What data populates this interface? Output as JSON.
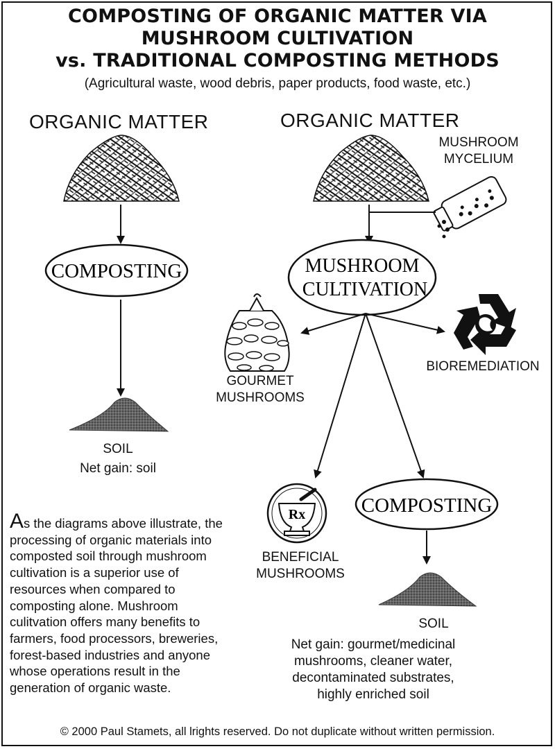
{
  "title": {
    "line1": "COMPOSTING OF ORGANIC MATTER VIA",
    "line2": "MUSHROOM CULTIVATION",
    "line3": "vs. TRADITIONAL COMPOSTING METHODS",
    "subtitle": "(Agricultural waste, wood debris, paper products, food waste, etc.)"
  },
  "left": {
    "organic_matter": "ORGANIC MATTER",
    "process": "COMPOSTING",
    "result": "SOIL",
    "net_gain": "Net gain: soil"
  },
  "right": {
    "organic_matter": "ORGANIC MATTER",
    "mycelium_line1": "MUSHROOM",
    "mycelium_line2": "MYCELIUM",
    "process_line1": "MUSHROOM",
    "process_line2": "CULTIVATION",
    "gourmet_line1": "GOURMET",
    "gourmet_line2": "MUSHROOMS",
    "bioremediation": "BIOREMEDIATION",
    "beneficial_line1": "BENEFICIAL",
    "beneficial_line2": "MUSHROOMS",
    "rx": "Rx",
    "composting": "COMPOSTING",
    "result": "SOIL",
    "net_gain_lines": [
      "Net gain: gourmet/medicinal",
      "mushrooms, cleaner water,",
      "decontaminated substrates,",
      "highly enriched soil"
    ]
  },
  "paragraph": {
    "first_letter": "A",
    "rest": "s the diagrams above illustrate, the processing of organic materials into composted soil through mushroom cultivation is a superior use of resources when compared to composting alone. Mushroom culitvation  offers many benefits to farmers, food processors, breweries, forest-based industries and anyone whose operations result in the generation of organic waste."
  },
  "footer": "© 2000 Paul Stamets, all lrights reserved. Do not duplicate without written permission."
}
